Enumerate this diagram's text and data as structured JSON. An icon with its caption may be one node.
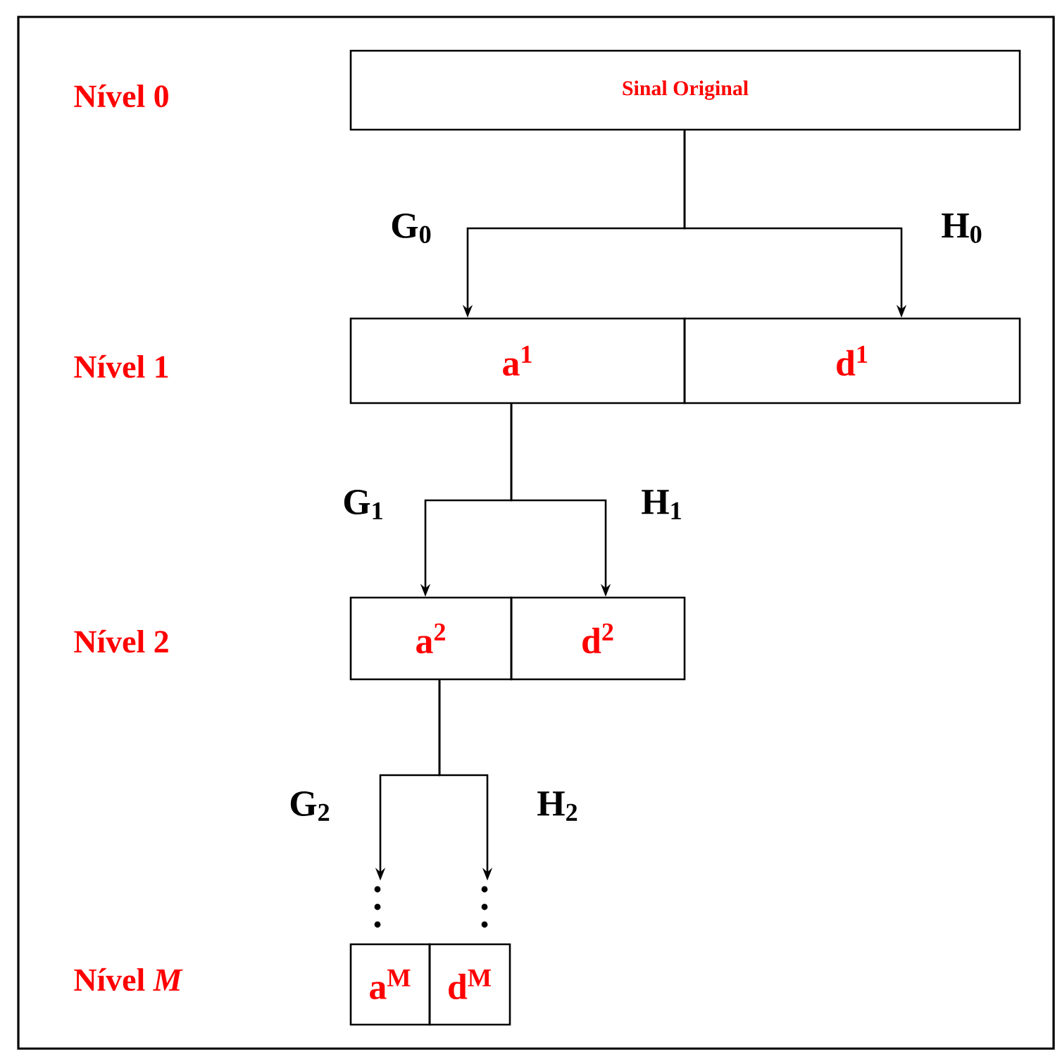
{
  "diagram": {
    "nodes": [
      {
        "text": [
          "Sinal Original"
        ]
      },
      {
        "text": [
          "a$^{1}$"
        ]
      },
      {
        "text": [
          "d$^{1}$"
        ]
      },
      {
        "text": [
          "a$^{2}$"
        ]
      },
      {
        "text": [
          "d$^{2}$"
        ]
      },
      {
        "text": [],
        "shape": "dots"
      },
      {
        "text": [],
        "shape": "dots"
      },
      {
        "text": [
          "a$^{M}$"
        ]
      },
      {
        "text": [
          "d$^{M}$"
        ]
      }
    ],
    "edges": [
      {
        "from": 0,
        "to": 1,
        "arrow": "to",
        "label": "G$_{0}$"
      },
      {
        "from": 0,
        "to": 2,
        "arrow": "to",
        "label": "H$_{0}$"
      },
      {
        "from": 1,
        "to": 3,
        "arrow": "to",
        "label": "G$_{1}$"
      },
      {
        "from": 1,
        "to": 4,
        "arrow": "to",
        "label": "H$_{1}$"
      },
      {
        "from": 3,
        "to": 5,
        "arrow": "to",
        "label": "G$_{2}$"
      },
      {
        "from": 3,
        "to": 6,
        "arrow": "to",
        "label": "H$_{2}$"
      }
    ],
    "labels": [
      "Nível 0",
      "Nível 1",
      "Nível 2",
      "Nível *M*"
    ]
  }
}
